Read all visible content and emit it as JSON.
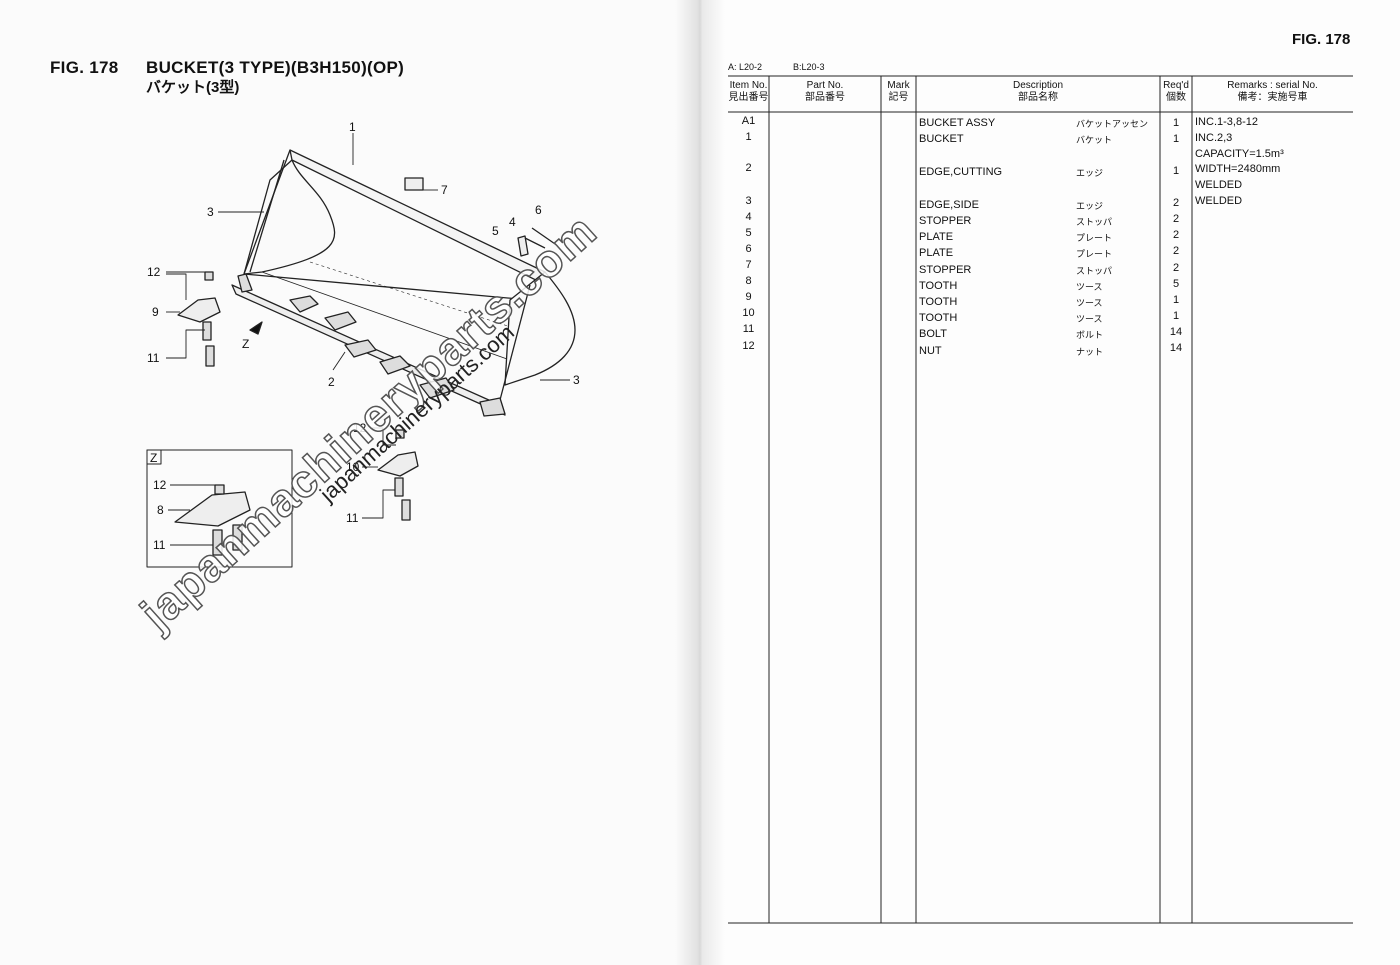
{
  "left_page": {
    "fig_label": "FIG. 178",
    "title": "BUCKET(3 TYPE)(B3H150)(OP)",
    "subtitle_jp": "バケット(3型)",
    "callouts": [
      "1",
      "3",
      "7",
      "4",
      "5",
      "6",
      "12",
      "9",
      "11",
      "2",
      "3",
      "12",
      "10",
      "11",
      "12",
      "8",
      "11"
    ],
    "view_label": "Z",
    "inset_label": "Z",
    "watermark_big": "japanmachineryparts.com",
    "watermark_small": "japanmachineryparts.com"
  },
  "right_page": {
    "fig_label": "FIG. 178",
    "column_a": "A: L20-2",
    "column_b": "B:L20-3",
    "headers": {
      "item_no": "Item No.",
      "item_no_jp": "見出番号",
      "part_no": "Part No.",
      "part_no_jp": "部品番号",
      "mark": "Mark",
      "mark_jp": "記号",
      "description": "Description",
      "description_jp": "部品名称",
      "reqd": "Req'd",
      "reqd_jp": "個数",
      "remarks": "Remarks : serial No.",
      "remarks_jp": "備考：実施号車"
    },
    "rows": [
      {
        "item": "A1",
        "desc": "BUCKET ASSY",
        "jp": "バケットアッセン",
        "qty": "1",
        "remark": "INC.1-3,8-12"
      },
      {
        "item": "1",
        "desc": "BUCKET",
        "jp": "バケット",
        "qty": "1",
        "remark": "INC.2,3"
      },
      {
        "item": "",
        "desc": "",
        "jp": "",
        "qty": "",
        "remark": "CAPACITY=1.5m³"
      },
      {
        "item": "2",
        "desc": "EDGE,CUTTING",
        "jp": "エッジ",
        "qty": "1",
        "remark": "WIDTH=2480mm"
      },
      {
        "item": "",
        "desc": "",
        "jp": "",
        "qty": "",
        "remark": "WELDED"
      },
      {
        "item": "3",
        "desc": "EDGE,SIDE",
        "jp": "エッジ",
        "qty": "2",
        "remark": "WELDED"
      },
      {
        "item": "4",
        "desc": "STOPPER",
        "jp": "ストッパ",
        "qty": "2",
        "remark": ""
      },
      {
        "item": "5",
        "desc": "PLATE",
        "jp": "プレート",
        "qty": "2",
        "remark": ""
      },
      {
        "item": "6",
        "desc": "PLATE",
        "jp": "プレート",
        "qty": "2",
        "remark": ""
      },
      {
        "item": "7",
        "desc": "STOPPER",
        "jp": "ストッパ",
        "qty": "2",
        "remark": ""
      },
      {
        "item": "8",
        "desc": "TOOTH",
        "jp": "ツース",
        "qty": "5",
        "remark": ""
      },
      {
        "item": "9",
        "desc": "TOOTH",
        "jp": "ツース",
        "qty": "1",
        "remark": ""
      },
      {
        "item": "10",
        "desc": "TOOTH",
        "jp": "ツース",
        "qty": "1",
        "remark": ""
      },
      {
        "item": "11",
        "desc": "BOLT",
        "jp": "ボルト",
        "qty": "14",
        "remark": ""
      },
      {
        "item": "12",
        "desc": "NUT",
        "jp": "ナット",
        "qty": "14",
        "remark": ""
      }
    ]
  }
}
